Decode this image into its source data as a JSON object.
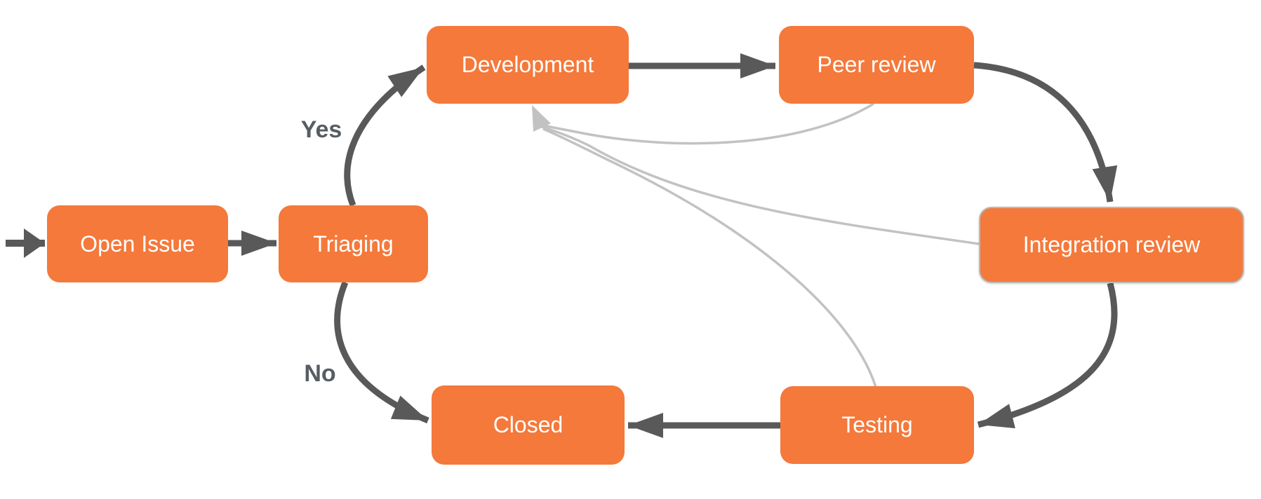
{
  "diagram": {
    "type": "flowchart",
    "background_color": "#ffffff",
    "colors": {
      "node_fill": "#f4793b",
      "node_text": "#ffffff",
      "edge_primary": "#595959",
      "edge_feedback": "#c2c2c2",
      "edge_label_text": "#565d63",
      "highlighted_node_border": "#b9b9b9"
    },
    "nodes": {
      "open_issue": {
        "label": "Open Issue",
        "highlighted": false
      },
      "triaging": {
        "label": "Triaging",
        "highlighted": false
      },
      "development": {
        "label": "Development",
        "highlighted": false
      },
      "peer_review": {
        "label": "Peer review",
        "highlighted": false
      },
      "integration_review": {
        "label": "Integration review",
        "highlighted": true
      },
      "testing": {
        "label": "Testing",
        "highlighted": false
      },
      "closed": {
        "label": "Closed",
        "highlighted": false
      }
    },
    "edge_labels": {
      "yes": "Yes",
      "no": "No"
    },
    "edges": [
      {
        "from": "start",
        "to": "open_issue",
        "style": "primary",
        "label": ""
      },
      {
        "from": "open_issue",
        "to": "triaging",
        "style": "primary",
        "label": ""
      },
      {
        "from": "triaging",
        "to": "development",
        "style": "primary",
        "label": "Yes"
      },
      {
        "from": "triaging",
        "to": "closed",
        "style": "primary",
        "label": "No"
      },
      {
        "from": "development",
        "to": "peer_review",
        "style": "primary",
        "label": ""
      },
      {
        "from": "peer_review",
        "to": "integration_review",
        "style": "primary",
        "label": ""
      },
      {
        "from": "integration_review",
        "to": "testing",
        "style": "primary",
        "label": ""
      },
      {
        "from": "testing",
        "to": "closed",
        "style": "primary",
        "label": ""
      },
      {
        "from": "peer_review",
        "to": "development",
        "style": "feedback",
        "label": ""
      },
      {
        "from": "integration_review",
        "to": "development",
        "style": "feedback",
        "label": ""
      },
      {
        "from": "testing",
        "to": "development",
        "style": "feedback",
        "label": ""
      }
    ]
  }
}
